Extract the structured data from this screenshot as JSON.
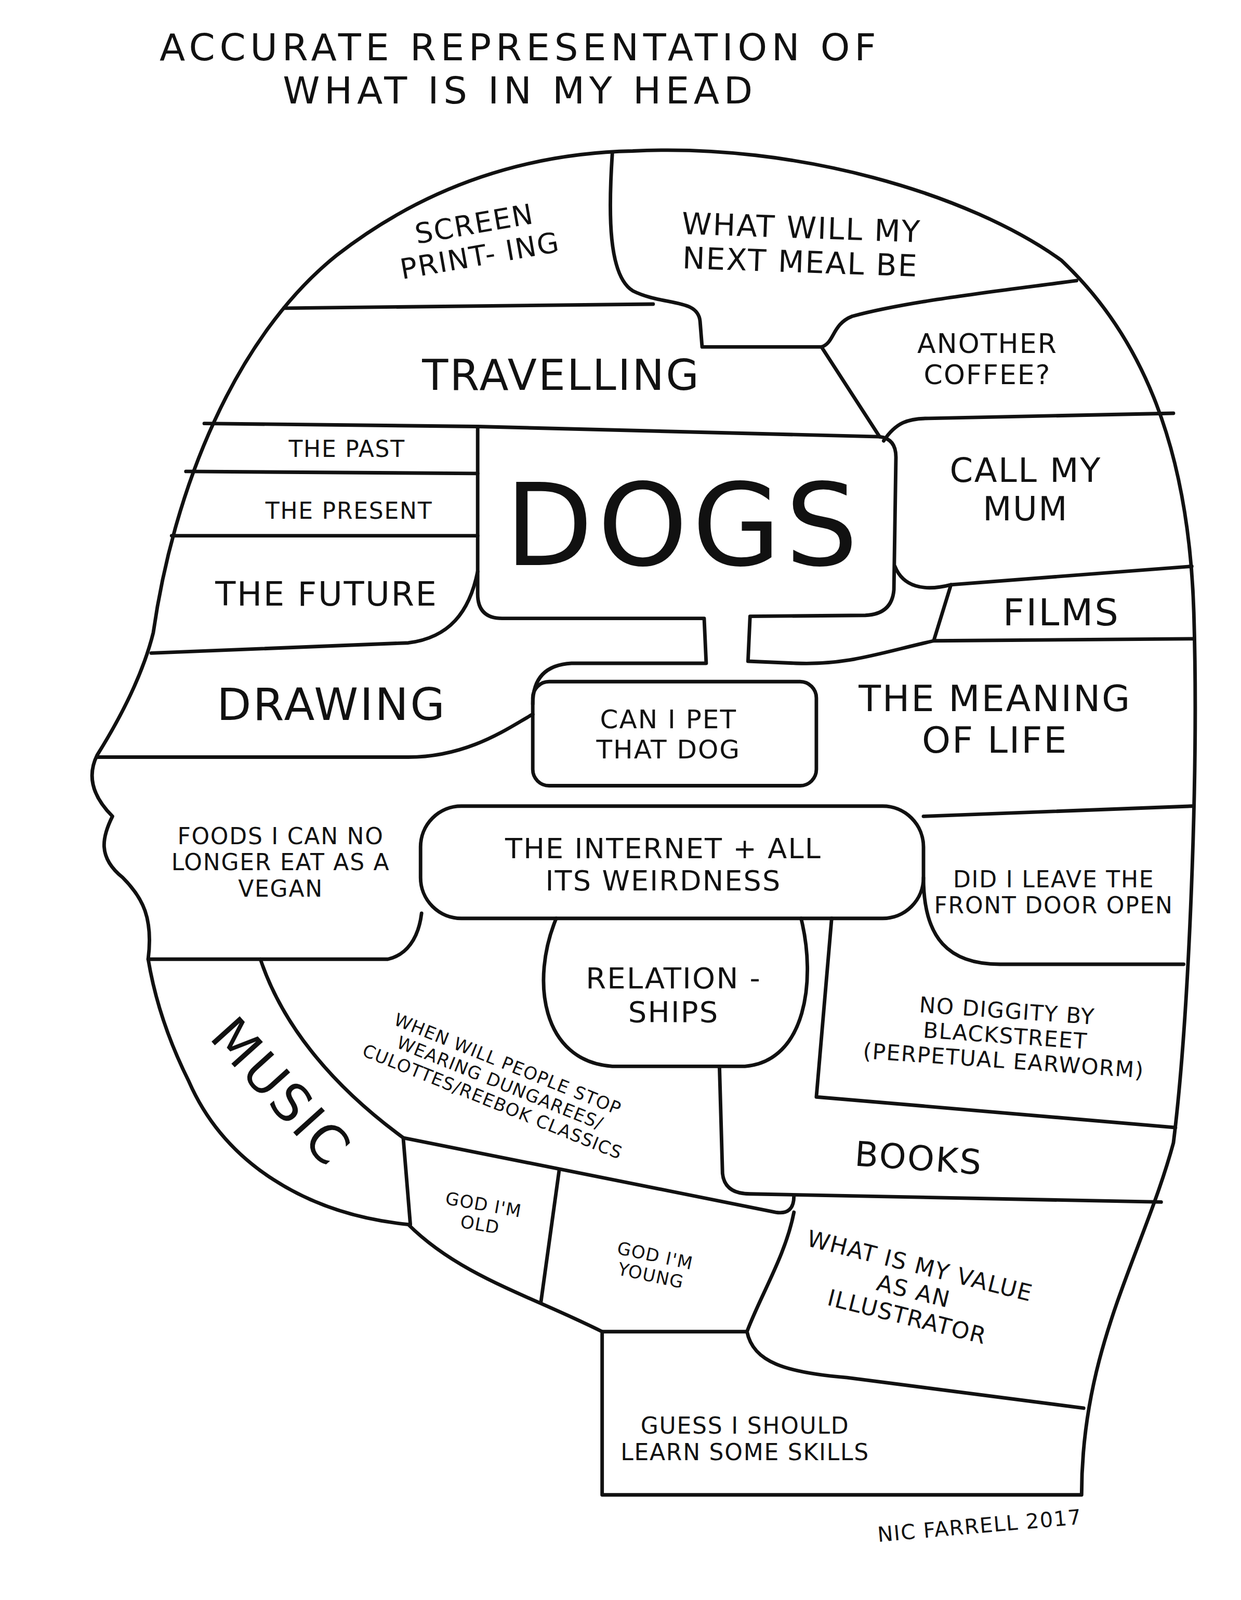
{
  "diagram": {
    "title": "ACCURATE REPRESENTATION OF WHAT IS IN MY HEAD",
    "nodes": [
      {
        "text": [
          "SCREEN PRINT- ING"
        ]
      },
      {
        "text": [
          "WHAT WILL MY NEXT MEAL BE"
        ]
      },
      {
        "text": [
          "TRAVELLING"
        ]
      },
      {
        "text": [
          "ANOTHER COFFEE?"
        ]
      },
      {
        "text": [
          "THE PAST"
        ]
      },
      {
        "text": [
          "THE PRESENT"
        ]
      },
      {
        "text": [
          "DOGS"
        ]
      },
      {
        "text": [
          "CALL MY MUM"
        ]
      },
      {
        "text": [
          "THE FUTURE"
        ]
      },
      {
        "text": [
          "FILMS"
        ]
      },
      {
        "text": [
          "DRAWING"
        ]
      },
      {
        "text": [
          "CAN I PET THAT DOG"
        ]
      },
      {
        "text": [
          "THE MEANING OF LIFE"
        ]
      },
      {
        "text": [
          "FOODS I CAN NO LONGER EAT AS A VEGAN"
        ]
      },
      {
        "text": [
          "THE INTERNET + ALL ITS WEIRDNESS"
        ]
      },
      {
        "text": [
          "DID I LEAVE THE FRONT DOOR OPEN"
        ]
      },
      {
        "text": [
          "MUSIC"
        ]
      },
      {
        "text": [
          "WHEN WILL PEOPLE STOP WEARING DUNGAREES/ CULOTTES/REEBOK CLASSICS"
        ]
      },
      {
        "text": [
          "RELATION -SHIPS"
        ]
      },
      {
        "text": [
          "NO DIGGITY BY BLACKSTREET (PERPETUAL EARWORM)"
        ]
      },
      {
        "text": [
          "BOOKS"
        ]
      },
      {
        "text": [
          "GOD I'M OLD"
        ]
      },
      {
        "text": [
          "GOD I'M YOUNG"
        ]
      },
      {
        "text": [
          "WHAT IS MY VALUE AS AN ILLUSTRATOR"
        ]
      },
      {
        "text": [
          "GUESS I SHOULD LEARN SOME SKILLS"
        ]
      }
    ],
    "labels": [
      "NIC FARRELL 2017"
    ]
  }
}
